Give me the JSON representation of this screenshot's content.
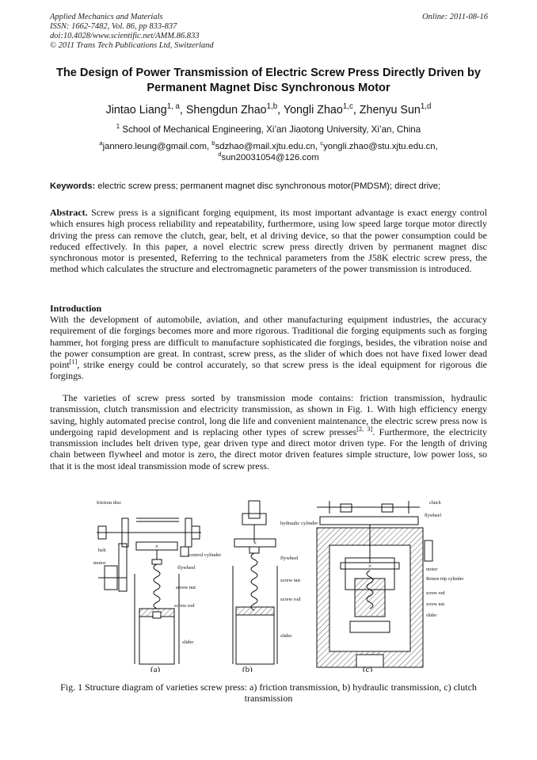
{
  "header": {
    "journal": "Applied Mechanics and Materials",
    "issn": "ISSN: 1662-7482, Vol. 86, pp 833-837",
    "doi": "doi:10.4028/www.scientific.net/AMM.86.833",
    "copyright": "© 2011 Trans Tech Publications Ltd, Switzerland",
    "online": "Online: 2011-08-16"
  },
  "title": "The Design of Power Transmission of Electric Screw Press Directly Driven by Permanent Magnet Disc Synchronous Motor",
  "authors": [
    {
      "name": "Jintao Liang",
      "sup": "1, a"
    },
    {
      "name": "Shengdun Zhao",
      "sup": "1,b"
    },
    {
      "name": "Yongli Zhao",
      "sup": "1,c"
    },
    {
      "name": "Zhenyu Sun",
      "sup": "1,d"
    }
  ],
  "affiliation": {
    "sup": "1",
    "text": "School of Mechanical Engineering, Xi’an Jiaotong University, Xi’an, China"
  },
  "emails": [
    {
      "sup": "a",
      "text": "jannero.leung@gmail.com,"
    },
    {
      "sup": "b",
      "text": "sdzhao@mail.xjtu.edu.cn,"
    },
    {
      "sup": "c",
      "text": "yongli.zhao@stu.xjtu.edu.cn,"
    },
    {
      "sup": "d",
      "text": "sun20031054@126.com"
    }
  ],
  "keywords": {
    "label": "Keywords:",
    "text": " electric screw press; permanent magnet disc synchronous motor(PMDSM); direct drive;"
  },
  "abstract": {
    "label": "Abstract.",
    "text": " Screw press is a significant forging equipment, its most important advantage is exact energy control which ensures high process reliability and repeatability, furthermore, using low speed large torque motor directly driving the press can remove the clutch, gear, belt, et al driving device, so that the power consumption could be reduced effectively. In this paper, a novel electric screw press directly driven by permanent magnet disc synchronous motor is presented, Referring to the technical parameters from the J58K electric screw press, the method which calculates the structure and electromagnetic parameters of the power transmission is introduced."
  },
  "introduction": {
    "heading": "Introduction",
    "p1_a": "With the development of automobile, aviation, and other manufacturing equipment industries, the accuracy requirement of die forgings becomes more and more rigorous. Traditional die forging equipments such as forging hammer, hot forging press are difficult to manufacture sophisticated die forgings, besides, the vibration noise and the power consumption are great. In contrast, screw press, as the slider of which does not have fixed lower dead point",
    "p1_ref": "[1]",
    "p1_b": ", strike energy could be control accurately, so that screw press is the ideal equipment for rigorous die forgings.",
    "p2_a": "The varieties of screw press sorted by transmission mode contains: friction transmission, hydraulic transmission, clutch transmission and electricity transmission, as shown in Fig. 1. With high efficiency energy saving, highly automated precise control, long die life and convenient maintenance, the electric screw press now is undergoing rapid development and is replacing other types of screw presses",
    "p2_ref": "[2, 3]",
    "p2_b": ". Furthermore, the electricity transmission includes belt driven type, gear driven type and direct motor driven type. For the length of driving chain between flywheel and motor is zero, the direct motor driven features simple structure, low power loss, so that it is the most ideal transmission mode of screw press."
  },
  "figure": {
    "a_labels": {
      "friction_disc": "friction disc",
      "belt": "belt",
      "motor": "motor",
      "control_cylinder": "control cylinder",
      "flywheel": "flywheel",
      "screw_nut": "screw nut",
      "screw_rod": "screw rod",
      "slider": "slider"
    },
    "b_labels": {
      "hydraulic_cylinder": "hydraulic cylinder",
      "flywheel": "flywheel",
      "screw_nut": "screw nut",
      "screw_rod": "screw rod",
      "slider": "slider"
    },
    "c_labels": {
      "clutch": "clutch",
      "flywheel": "flywheel",
      "motor": "motor",
      "return_trip_cylinder": "Return trip cylinder",
      "screw_rod": "screw rod",
      "screw_nut": "screw nut",
      "slider": "slider"
    },
    "panel_a": "(a)",
    "panel_b": "(b)",
    "panel_c": "(c)",
    "caption": "Fig. 1 Structure diagram of varieties screw press:  a) friction transmission,  b) hydraulic transmission, c) clutch transmission"
  }
}
